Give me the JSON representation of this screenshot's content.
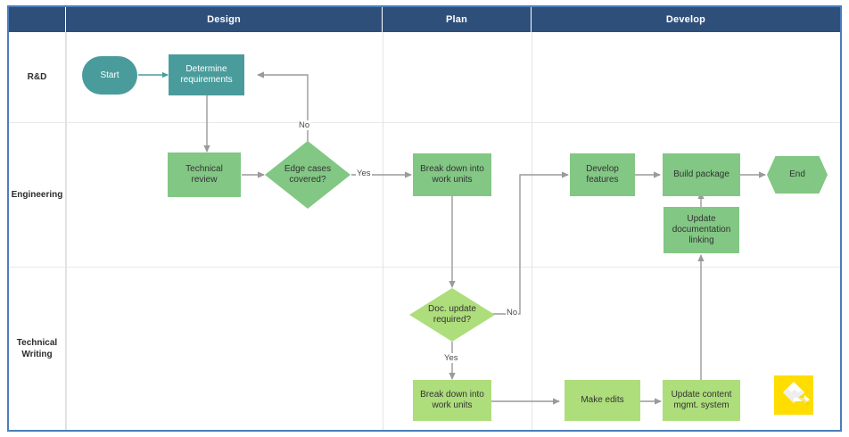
{
  "diagram": {
    "title": "Product development swimlane flowchart",
    "type": "swimlane-flowchart",
    "colors": {
      "header_bar": "#2F4F7B",
      "frame_border": "#4A7EBB",
      "teal_node": "#4A9C9C",
      "green_node": "#82C784",
      "light_green_node": "#AEDD7C",
      "connector": "#9A9A9A",
      "logo_yellow": "#FFDD00"
    }
  },
  "phases": [
    {
      "label": ""
    },
    {
      "label": "Design"
    },
    {
      "label": "Plan"
    },
    {
      "label": "Develop"
    }
  ],
  "lanes": [
    {
      "label": "R&D"
    },
    {
      "label": "Engineering"
    },
    {
      "label": "Technical\nWriting",
      "line1": "Technical",
      "line2": "Writing"
    }
  ],
  "nodes": [
    {
      "id": "start",
      "label": "Start",
      "shape": "rounded",
      "lane": "R&D",
      "phase": "Design"
    },
    {
      "id": "determine",
      "label": "Determine requirements",
      "shape": "rectangle",
      "lane": "R&D",
      "phase": "Design",
      "line1": "Determine",
      "line2": "requirements"
    },
    {
      "id": "techreview",
      "label": "Technical review",
      "shape": "rectangle",
      "lane": "Engineering",
      "phase": "Design",
      "line1": "Technical",
      "line2": "review"
    },
    {
      "id": "edgecases",
      "label": "Edge cases covered?",
      "shape": "diamond",
      "lane": "Engineering",
      "phase": "Design",
      "line1": "Edge cases",
      "line2": "covered?"
    },
    {
      "id": "breakdown1",
      "label": "Break down into work units",
      "shape": "rectangle",
      "lane": "Engineering",
      "phase": "Plan",
      "line1": "Break down into",
      "line2": "work units"
    },
    {
      "id": "docupdate",
      "label": "Doc. update required?",
      "shape": "diamond",
      "lane": "Technical Writing",
      "phase": "Plan",
      "line1": "Doc. update",
      "line2": "required?"
    },
    {
      "id": "breakdown2",
      "label": "Break down into work units",
      "shape": "rectangle",
      "lane": "Technical Writing",
      "phase": "Plan",
      "line1": "Break down into",
      "line2": "work units"
    },
    {
      "id": "develop",
      "label": "Develop features",
      "shape": "rectangle",
      "lane": "Engineering",
      "phase": "Develop",
      "line1": "Develop",
      "line2": "features"
    },
    {
      "id": "buildpkg",
      "label": "Build package",
      "shape": "rectangle",
      "lane": "Engineering",
      "phase": "Develop"
    },
    {
      "id": "end",
      "label": "End",
      "shape": "hexagon",
      "lane": "Engineering",
      "phase": "Develop"
    },
    {
      "id": "updatedoc",
      "label": "Update documentation linking",
      "shape": "rectangle",
      "lane": "Engineering",
      "phase": "Develop",
      "line1": "Update",
      "line2": "documentation",
      "line3": "linking"
    },
    {
      "id": "makeedits",
      "label": "Make edits",
      "shape": "rectangle",
      "lane": "Technical Writing",
      "phase": "Develop"
    },
    {
      "id": "updatecms",
      "label": "Update content mgmt. system",
      "shape": "rectangle",
      "lane": "Technical Writing",
      "phase": "Develop",
      "line1": "Update content",
      "line2": "mgmt. system"
    }
  ],
  "edges": [
    {
      "from": "start",
      "to": "determine",
      "label": ""
    },
    {
      "from": "determine",
      "to": "techreview",
      "label": ""
    },
    {
      "from": "techreview",
      "to": "edgecases",
      "label": ""
    },
    {
      "from": "edgecases",
      "to": "determine",
      "label": "No"
    },
    {
      "from": "edgecases",
      "to": "breakdown1",
      "label": "Yes"
    },
    {
      "from": "breakdown1",
      "to": "docupdate",
      "label": ""
    },
    {
      "from": "docupdate",
      "to": "develop",
      "label": "No"
    },
    {
      "from": "docupdate",
      "to": "breakdown2",
      "label": "Yes"
    },
    {
      "from": "develop",
      "to": "buildpkg",
      "label": ""
    },
    {
      "from": "buildpkg",
      "to": "end",
      "label": ""
    },
    {
      "from": "updatedoc",
      "to": "buildpkg",
      "label": ""
    },
    {
      "from": "breakdown2",
      "to": "makeedits",
      "label": ""
    },
    {
      "from": "makeedits",
      "to": "updatecms",
      "label": ""
    },
    {
      "from": "updatecms",
      "to": "updatedoc",
      "label": ""
    }
  ],
  "edge_labels": {
    "no_edgecases": "No",
    "yes_edgecases": "Yes",
    "no_docupdate": "No",
    "yes_docupdate": "Yes"
  },
  "watermark": {
    "name": "lucidchart-logo"
  }
}
